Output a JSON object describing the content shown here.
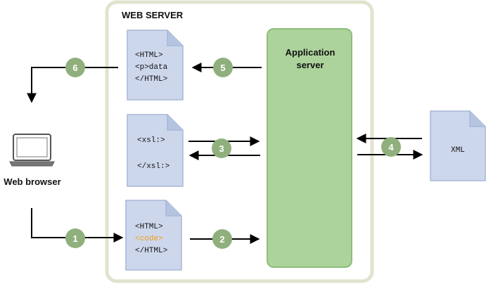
{
  "server": {
    "title": "WEB SERVER"
  },
  "app_server": {
    "line1": "Application",
    "line2": "server"
  },
  "browser": {
    "label": "Web browser"
  },
  "docs": {
    "output": {
      "line1": "<HTML>",
      "line2": "<p>data",
      "line3": "</HTML>"
    },
    "xsl": {
      "line1": "<xsl:>",
      "line2": "</xsl:>"
    },
    "source": {
      "line1": "<HTML>",
      "line2": "<code>",
      "line3": "</HTML>"
    },
    "xml": {
      "label": "XML"
    }
  },
  "steps": [
    "1",
    "2",
    "3",
    "4",
    "5",
    "6"
  ],
  "colors": {
    "server_border": "#e2e3cf",
    "server_fill": "#ffffff",
    "app_fill": "#acd39c",
    "app_border": "#8ebe7d",
    "doc_fill": "#cdd7ec",
    "doc_border": "#a8b7d6",
    "step_fill": "#8fb07c",
    "code_highlight": "#f39c12",
    "arrow": "#000000"
  }
}
